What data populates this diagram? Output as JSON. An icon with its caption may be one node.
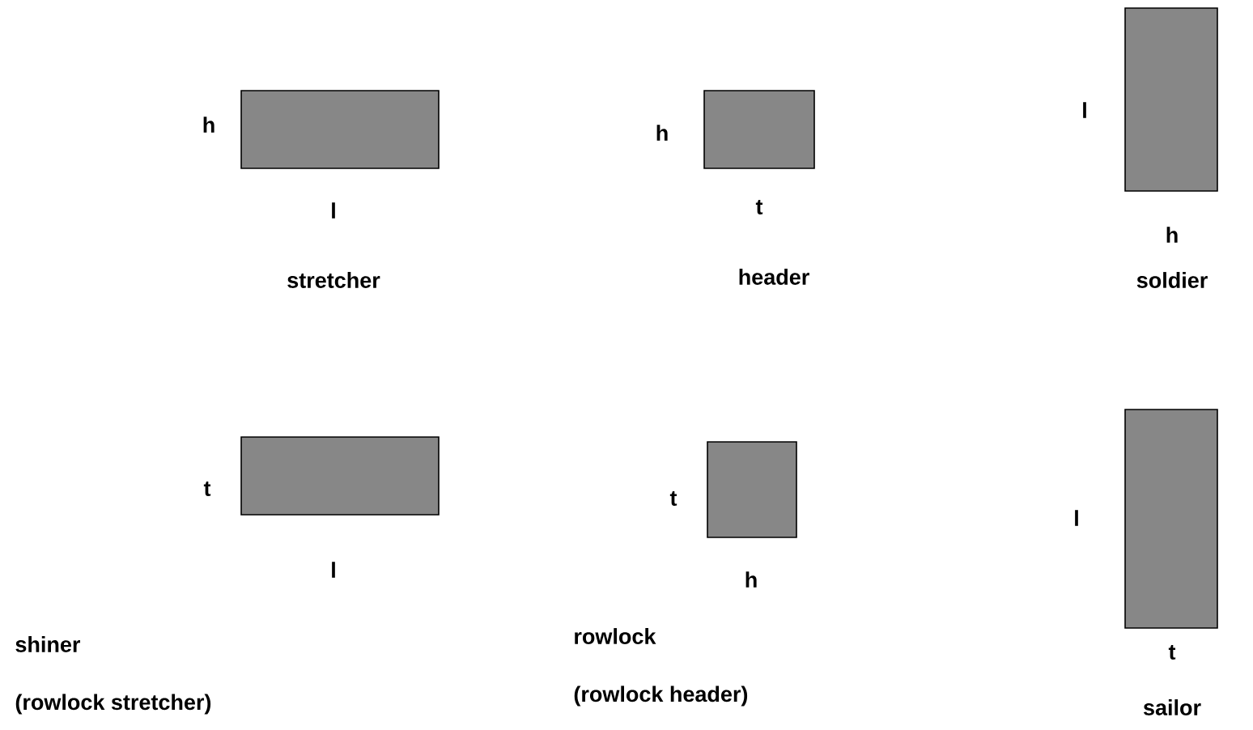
{
  "diagram": {
    "nodes": [
      {
        "text": [],
        "shape": "box",
        "beside": [
          "h",
          "l",
          "stretcher"
        ]
      },
      {
        "text": [],
        "shape": "box",
        "beside": [
          "h",
          "t",
          "header"
        ]
      },
      {
        "text": [],
        "shape": "box",
        "beside": [
          "l",
          "h",
          "soldier"
        ]
      },
      {
        "text": [],
        "shape": "box",
        "beside": [
          "t",
          "l"
        ]
      },
      {
        "text": [],
        "shape": "box",
        "beside": [
          "t",
          "h",
          "rowlock",
          "(rowlock header)"
        ]
      },
      {
        "text": [],
        "shape": "box",
        "beside": [
          "l",
          "t",
          "sailor"
        ]
      }
    ],
    "labels": [
      "shiner",
      "(rowlock stretcher)"
    ]
  }
}
